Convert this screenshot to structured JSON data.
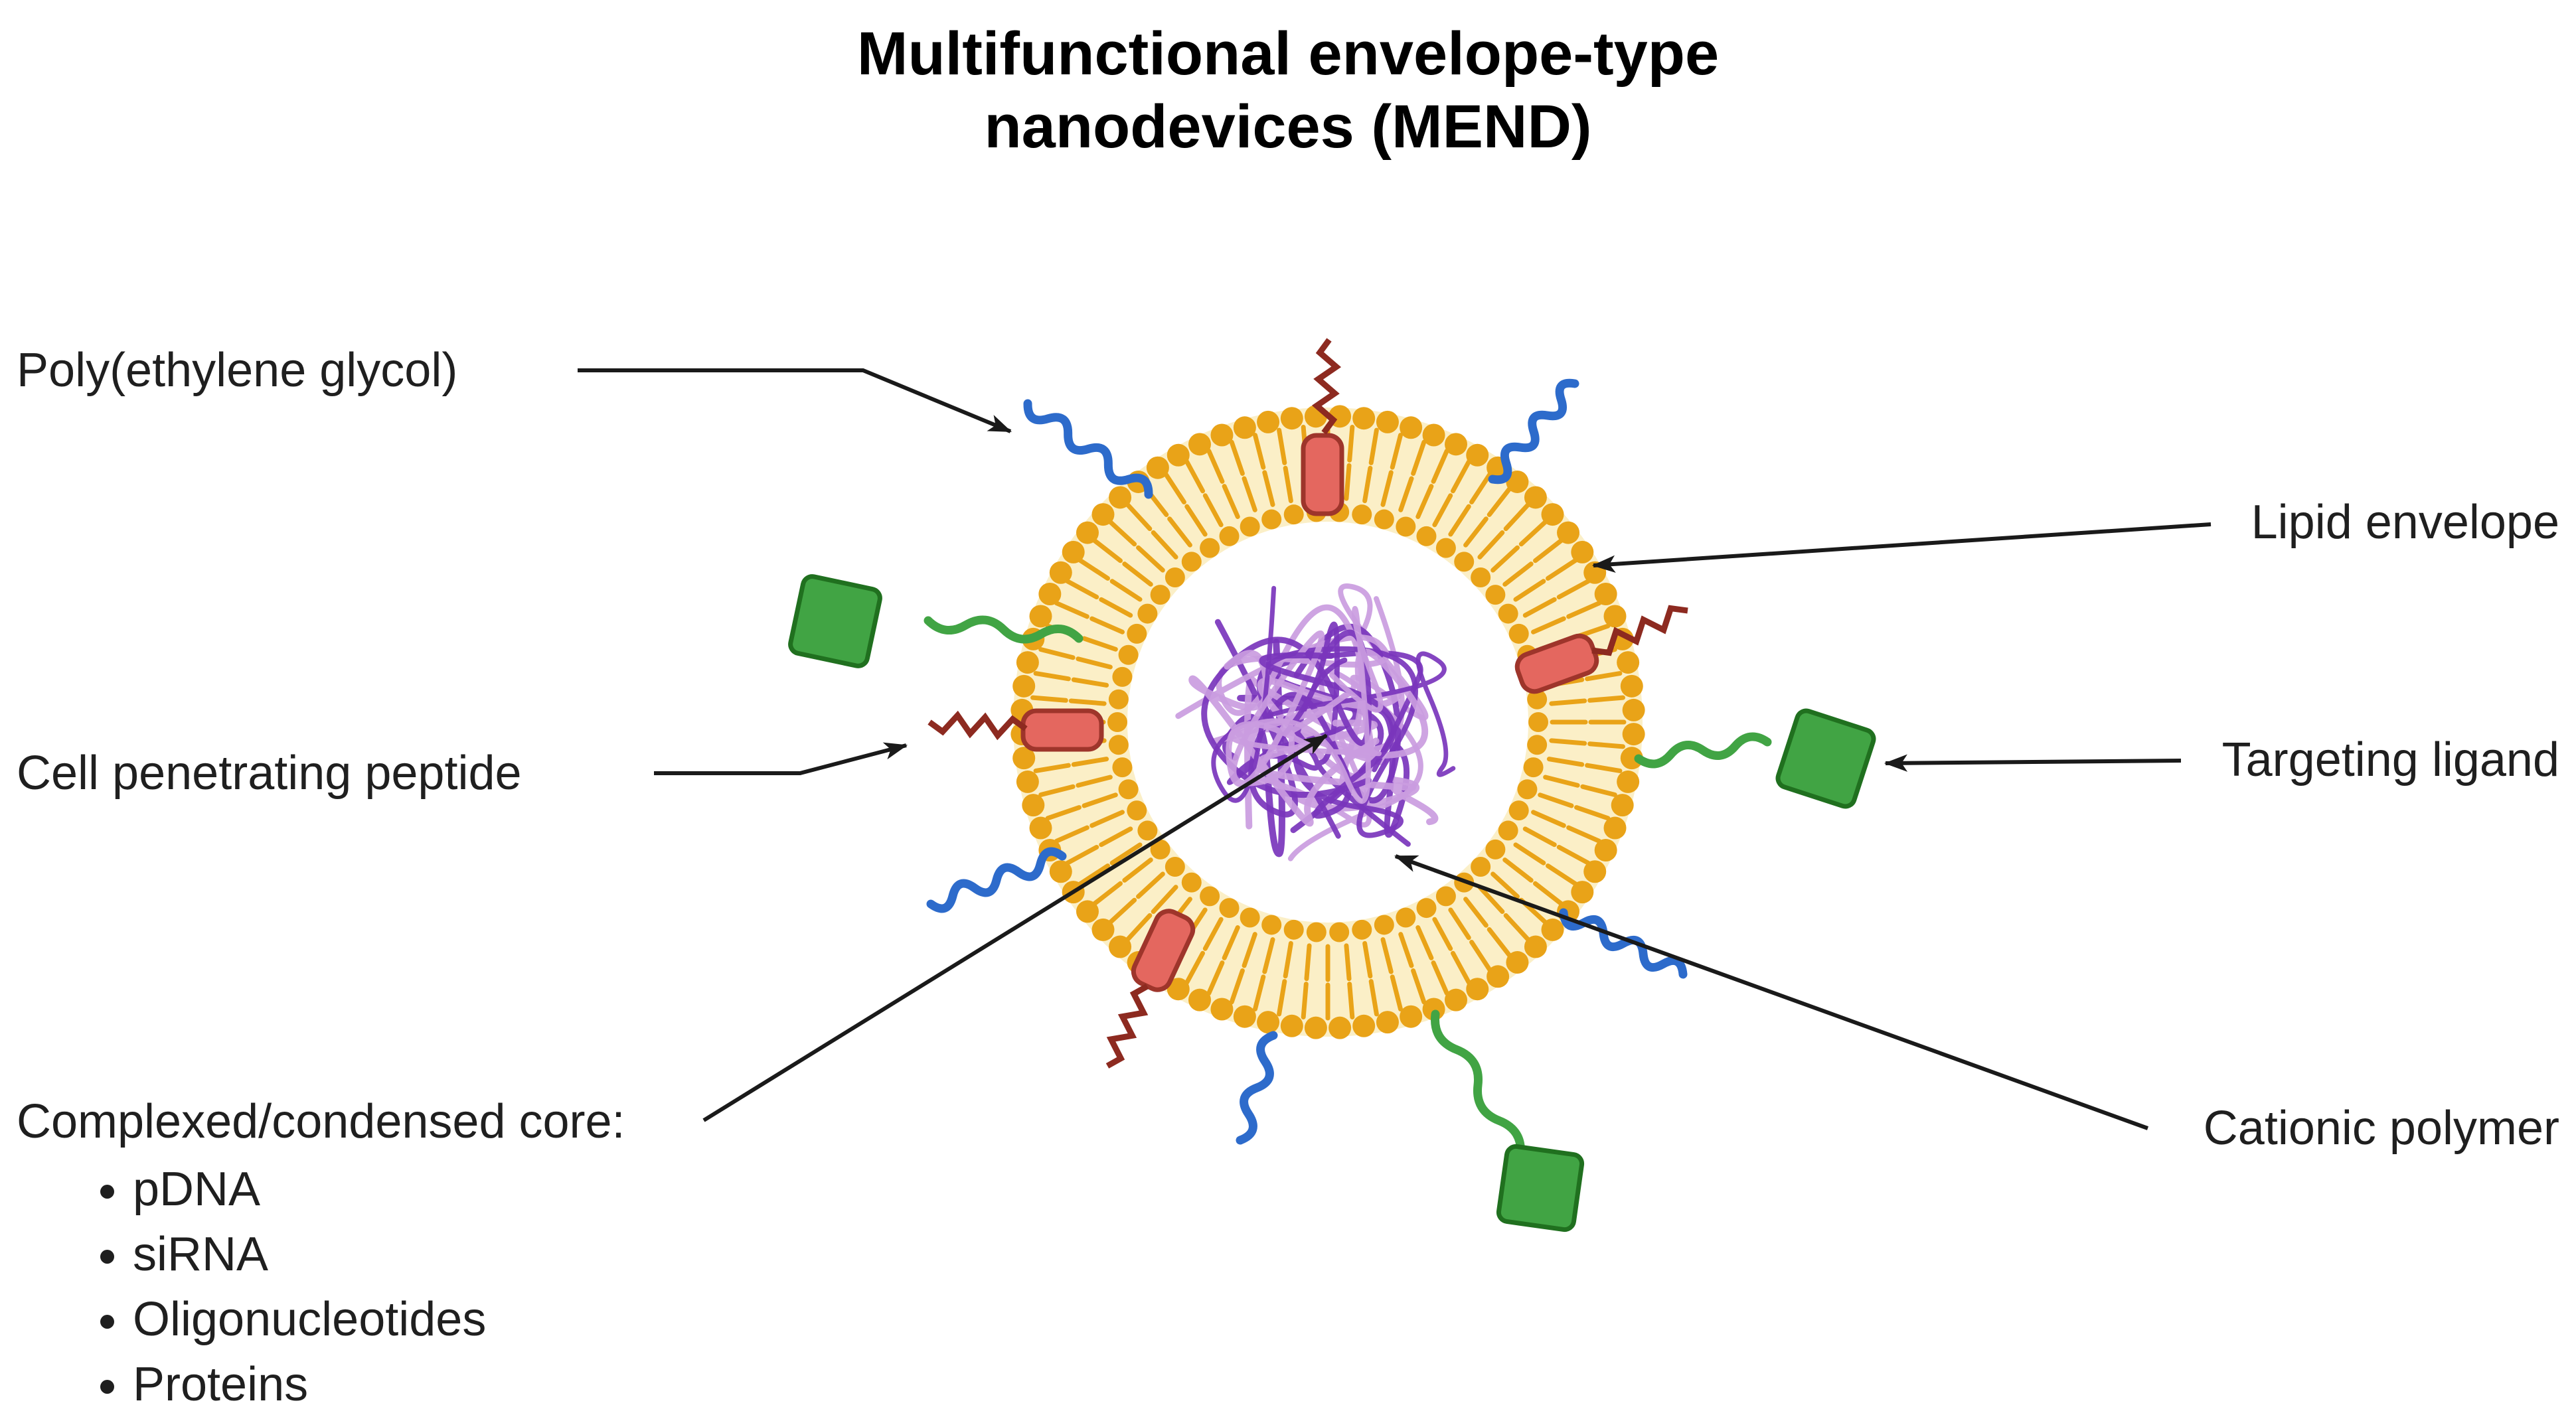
{
  "title": {
    "line1": "Multifunctional envelope-type",
    "line2": "nanodevices (MEND)"
  },
  "labels": {
    "peg": "Poly(ethylene glycol)",
    "cpp": "Cell penetrating peptide",
    "core_heading": "Complexed/condensed core:",
    "core_items": [
      "pDNA",
      "siRNA",
      "Oligonucleotides",
      "Proteins"
    ],
    "lipid": "Lipid envelope",
    "ligand": "Targeting ligand",
    "cationic": "Cationic polymer"
  },
  "colors": {
    "lipid_orange": "#E9A318",
    "lipid_pale": "#FBEFC7",
    "core_dark": "#7A35BC",
    "core_light": "#CA9CDF",
    "peg_blue": "#2D6BCB",
    "ligand_green": "#41A444",
    "ligand_dark": "#20701F",
    "cpp_fill": "#E4675F",
    "cpp_stroke": "#9E352B",
    "cpp_zigzag": "#8D2A20",
    "arrow": "#1A1A1A"
  }
}
